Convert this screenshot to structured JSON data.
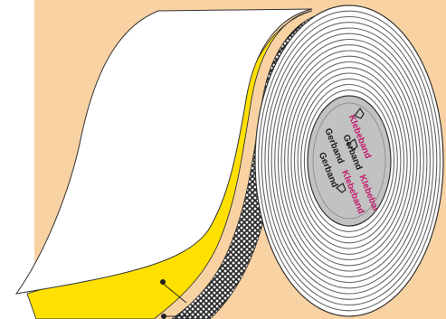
{
  "illustration": {
    "colors": {
      "background": "#f9d2a4",
      "backing_film": "#ffffff",
      "adhesive": "#ffe000",
      "fabric_carrier": "#2a2a2a",
      "core": "#c2c2c2",
      "core_label_brand": "#1a1a1a",
      "core_label_product": "#c2186b",
      "outline": "#333333"
    },
    "core_label": {
      "brand": "Gerband",
      "product": "Klebeband"
    },
    "leader_lines": [
      {
        "marker": "dot"
      },
      {
        "marker": "dot"
      }
    ]
  }
}
